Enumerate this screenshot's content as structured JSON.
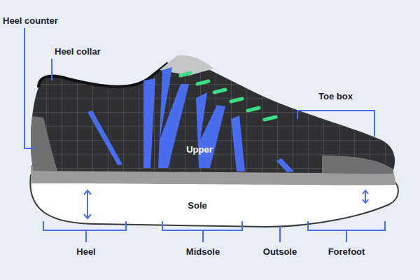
{
  "diagram": {
    "labels": [
      "Heel counter",
      "Heel collar",
      "Toe box",
      "Upper",
      "Sole",
      "Heel",
      "Midsole",
      "Outsole",
      "Forefoot"
    ]
  }
}
